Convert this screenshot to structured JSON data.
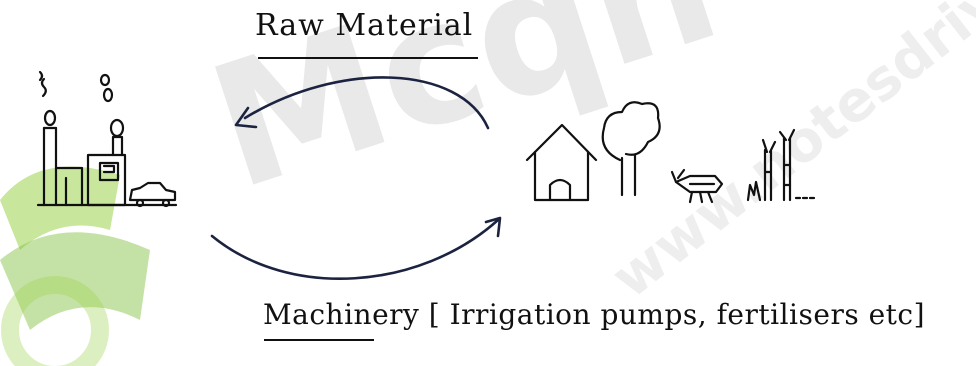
{
  "diagram": {
    "top_label": "Raw Material",
    "bottom_label": "Machinery [ Irrigation pumps, fertilisers etc]"
  },
  "watermark": {
    "text": "Mcqn",
    "url": "www.notesdrive",
    "logo_color": "#8cc63f"
  },
  "colors": {
    "arrow": "#1b2340",
    "ink": "#111111"
  }
}
